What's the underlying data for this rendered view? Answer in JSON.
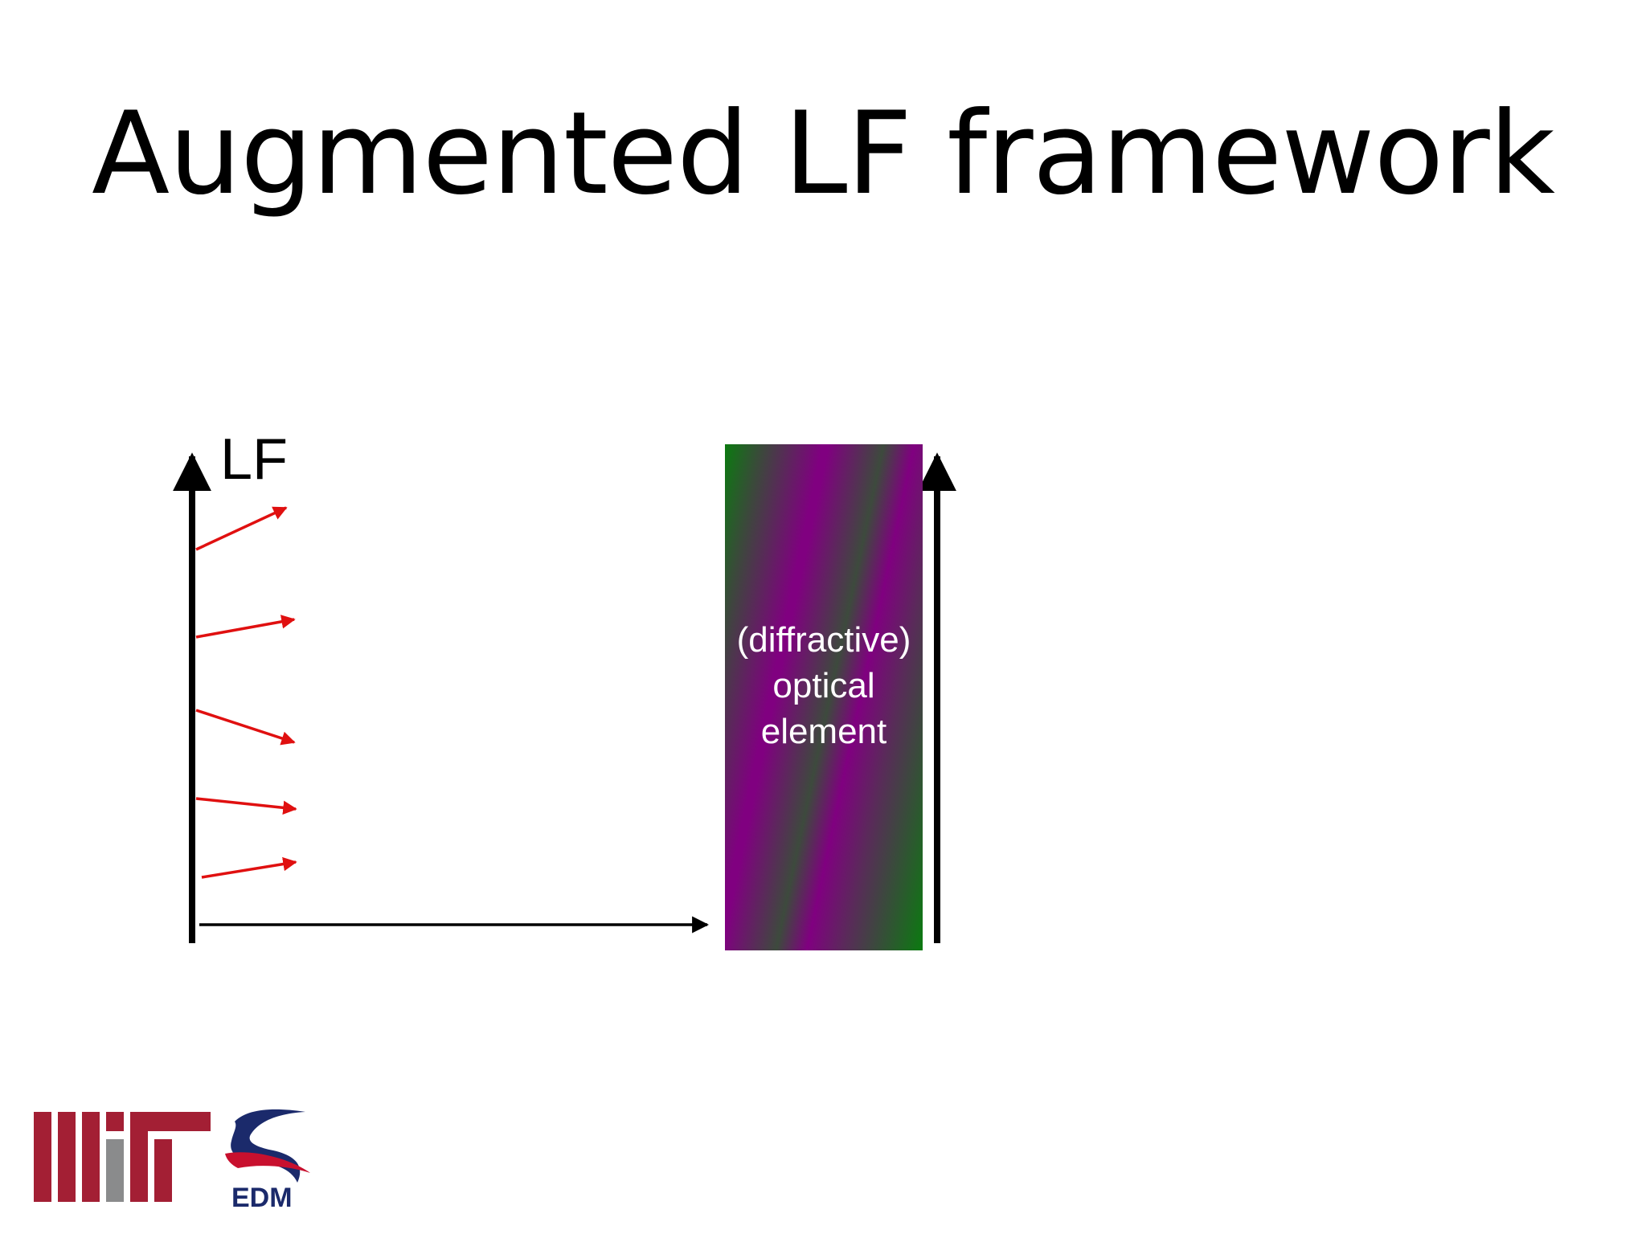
{
  "slide": {
    "title": "Augmented LF framework"
  },
  "diagram": {
    "lf_label": "LF",
    "optical_element": {
      "line1": "(diffractive)",
      "line2": "optical",
      "line3": "element"
    }
  },
  "logo": {
    "name": "MIT EDM logo",
    "text": "EDM"
  },
  "colors": {
    "ray": "#e01010",
    "axis": "#000000",
    "element_green": "#0b7a10",
    "element_purple": "#800080",
    "mit_red": "#a31f34",
    "mit_gray": "#8a8b8c",
    "edm_blue": "#1b2a6b"
  }
}
